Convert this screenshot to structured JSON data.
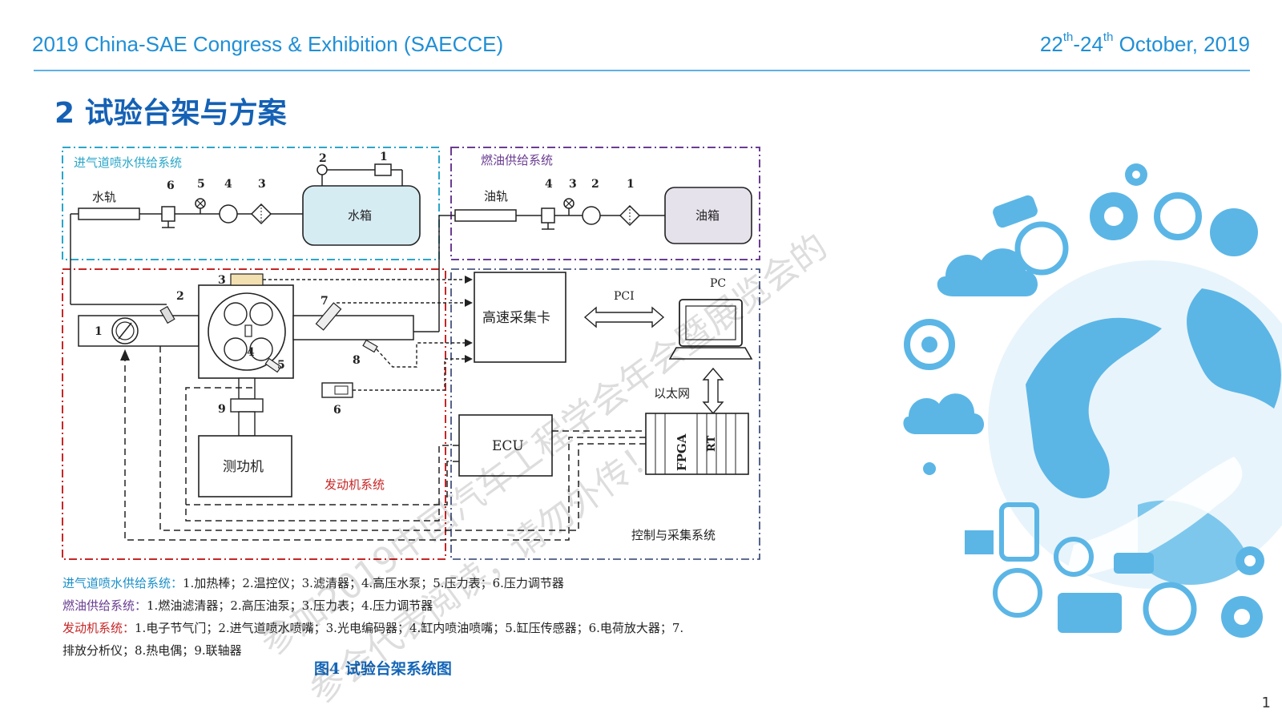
{
  "header": {
    "conference": "2019 China-SAE Congress & Exhibition (SAECCE)",
    "date_day_start": "22",
    "date_sup1": "th",
    "date_dash": "-24",
    "date_sup2": "th",
    "date_rest": " October, 2019"
  },
  "section_title": "2 试验台架与方案",
  "diagram": {
    "water_system_label": "进气道喷水供给系统",
    "fuel_system_label": "燃油供给系统",
    "engine_system_label": "发动机系统",
    "control_system_label": "控制与采集系统",
    "water_rail": "水轨",
    "water_tank": "水箱",
    "fuel_rail": "油轨",
    "fuel_tank": "油箱",
    "daq_card": "高速采集卡",
    "pc": "PC",
    "pci": "PCI",
    "ethernet": "以太网",
    "ecu": "ECU",
    "fpga": "FPGA",
    "rt": "RT",
    "dyno": "测功机",
    "water_nums": [
      "6",
      "5",
      "4",
      "3",
      "2",
      "1"
    ],
    "fuel_nums": [
      "4",
      "3",
      "2",
      "1"
    ],
    "engine_nums": [
      "1",
      "2",
      "3",
      "4",
      "5",
      "6",
      "7",
      "8",
      "9"
    ]
  },
  "legend": {
    "water_label": "进气道喷水供给系统：",
    "water_items": "1.加热棒；2.温控仪；3.滤清器；4.高压水泵；5.压力表；6.压力调节器",
    "fuel_label": "燃油供给系统：",
    "fuel_items": "1.燃油滤清器；2.高压油泵；3.压力表；4.压力调节器",
    "engine_label": "发动机系统：",
    "engine_items_1": "1.电子节气门；2.进气道喷水喷嘴；3.光电编码器；4.缸内喷油喷嘴；5.缸压传感器；6.电荷放大器；7.",
    "engine_items_2": "排放分析仪；8.热电偶；9.联轴器"
  },
  "figure_caption": "图4  试验台架系统图",
  "watermark": {
    "line1": "参加2019中国汽车工程学会年会暨展览会的",
    "line2": "参会代表阅读，请勿外传！"
  },
  "page_number": "1",
  "colors": {
    "header_blue": "#1f8fd6",
    "title_blue": "#1461b5",
    "water_box": "#2aa6c9",
    "fuel_box": "#6a3d91",
    "engine_box": "#c72626",
    "control_box": "#2d3e6e"
  }
}
